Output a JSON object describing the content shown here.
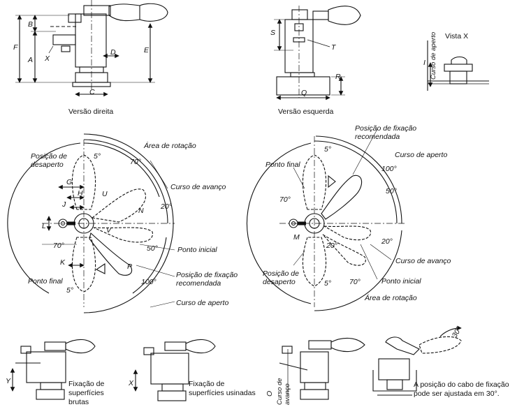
{
  "captions": {
    "right_version": "Versão direita",
    "left_version": "Versão esquerda",
    "view_x": "Vista X"
  },
  "dims": {
    "a": "A",
    "b": "B",
    "c": "C",
    "d": "D",
    "e": "E",
    "f": "F",
    "s": "S",
    "t": "T",
    "q": "Q",
    "r": "R",
    "x": "X",
    "i": "I",
    "g": "G",
    "h": "H",
    "j": "J",
    "k": "K",
    "l": "L",
    "m": "M",
    "n": "N",
    "p": "P",
    "u": "U",
    "v": "V",
    "y": "Y",
    "o": "O"
  },
  "view_x_label": "Curso de aperto",
  "left_rotation": {
    "release_position": "Posição de desaperto",
    "end_point": "Ponto final",
    "rotation_area": "Área de rotação",
    "feed_stroke": "Curso de avanço",
    "start_point": "Ponto inicial",
    "recommended_position": "Posição de fixação recomendada",
    "clamp_stroke": "Curso de aperto",
    "angles": [
      "5°",
      "70°",
      "20°",
      "50°",
      "70°",
      "5°",
      "100°"
    ]
  },
  "right_rotation": {
    "recommended_position": "Posição de fixação recomendada",
    "clamp_stroke": "Curso de aperto",
    "end_point": "Ponto final",
    "feed_stroke": "Curso de avanço",
    "start_point": "Ponto inicial",
    "release_position": "Posição de desaperto",
    "rotation_area": "Área de rotação",
    "angles": [
      "5°",
      "100°",
      "50°",
      "70°",
      "20°",
      "20°",
      "5°",
      "70°"
    ]
  },
  "bottom": {
    "rough_surfaces": "Fixação de superfícies brutas",
    "machined_surfaces": "Fixação de superfícies usinadas",
    "feed_stroke": "Curso de avanço",
    "handle_note": "A posição do cabo de fixação pode ser ajustada em 30°.",
    "angle_30": "30°"
  }
}
